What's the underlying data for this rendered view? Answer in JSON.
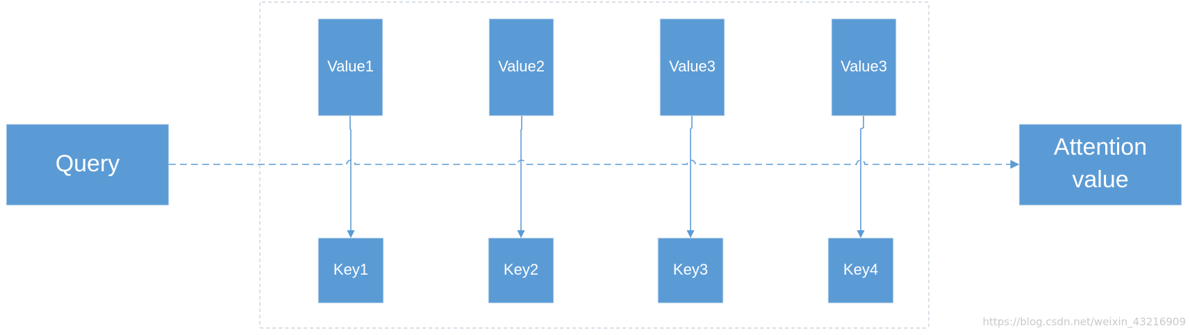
{
  "diagram": {
    "query_label": "Query",
    "output_label_line1": "Attention",
    "output_label_line2": "value",
    "values": [
      "Value1",
      "Value2",
      "Value3",
      "Value3"
    ],
    "keys": [
      "Key1",
      "Key2",
      "Key3",
      "Key4"
    ]
  },
  "watermark": "https://blog.csdn.net/weixin_43216909",
  "colors": {
    "box_fill": "#5b9bd5",
    "text": "#ffffff",
    "arrow": "#5b9bd5",
    "container_border": "#bfcbd8",
    "watermark": "#c9c9c9"
  }
}
